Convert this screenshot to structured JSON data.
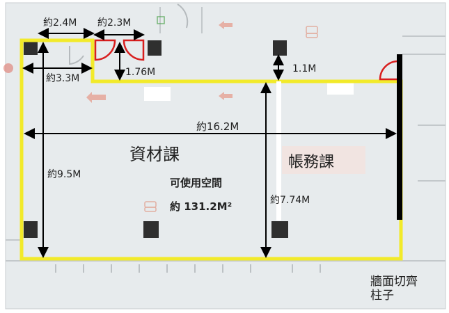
{
  "dimensions": {
    "top_left_width": "約2.4M",
    "door_width": "約2.3M",
    "left_step_width": "約3.3M",
    "door_depth": "1.76M",
    "right_step_depth": "1.1M",
    "total_width": "約16.2M",
    "height": "約9.5M",
    "right_height": "約7.74M"
  },
  "rooms": {
    "materials": "資材課",
    "accounting": "帳務課"
  },
  "usable_space": {
    "label": "可使用空間",
    "area": "約 131.2M²"
  },
  "wall_note": {
    "line1": "牆面切齊",
    "line2": "柱子"
  },
  "colors": {
    "outline": "#f2ea2a",
    "door": "#d81e1e",
    "background": "#e6eaec",
    "wall": "#000000",
    "column": "#2b2b2b"
  }
}
